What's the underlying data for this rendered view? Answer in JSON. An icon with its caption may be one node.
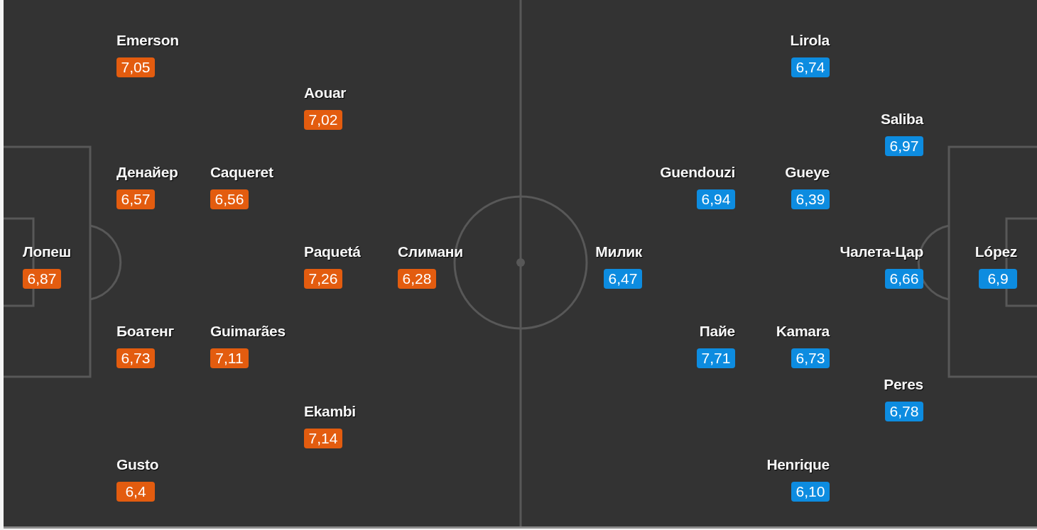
{
  "diagram": {
    "nodes": [
      {
        "text": [
          "Emerson",
          "7,05"
        ]
      },
      {
        "text": [
          "Lirola",
          "6,74"
        ]
      },
      {
        "text": [
          "Aouar",
          "7,02"
        ]
      },
      {
        "text": [
          "Saliba",
          "6,97"
        ]
      },
      {
        "text": [
          "Денайер",
          "6,57"
        ]
      },
      {
        "text": [
          "Caqueret",
          "6,56"
        ]
      },
      {
        "text": [
          "Guendouzi",
          "6,94"
        ]
      },
      {
        "text": [
          "Gueye",
          "6,39"
        ]
      },
      {
        "text": [
          "Лопеш",
          "6,87"
        ]
      },
      {
        "text": [
          "Paquetá",
          "7,26"
        ]
      },
      {
        "text": [
          "Слимани",
          "6,28"
        ]
      },
      {
        "text": [
          "Милик",
          "6,47"
        ]
      },
      {
        "text": [
          "Чалета-Цар",
          "6,66"
        ]
      },
      {
        "text": [
          "López",
          "6,9"
        ]
      },
      {
        "text": [
          "Боатенг",
          "6,73"
        ]
      },
      {
        "text": [
          "Guimarães",
          "7,11"
        ]
      },
      {
        "text": [
          "Пайе",
          "7,71"
        ]
      },
      {
        "text": [
          "Kamara",
          "6,73"
        ]
      },
      {
        "text": [
          "Peres",
          "6,78"
        ]
      },
      {
        "text": [
          "Ekambi",
          "7,14"
        ]
      },
      {
        "text": [
          "Gusto",
          "6,4"
        ]
      },
      {
        "text": [
          "Henrique",
          "6,10"
        ]
      }
    ]
  }
}
